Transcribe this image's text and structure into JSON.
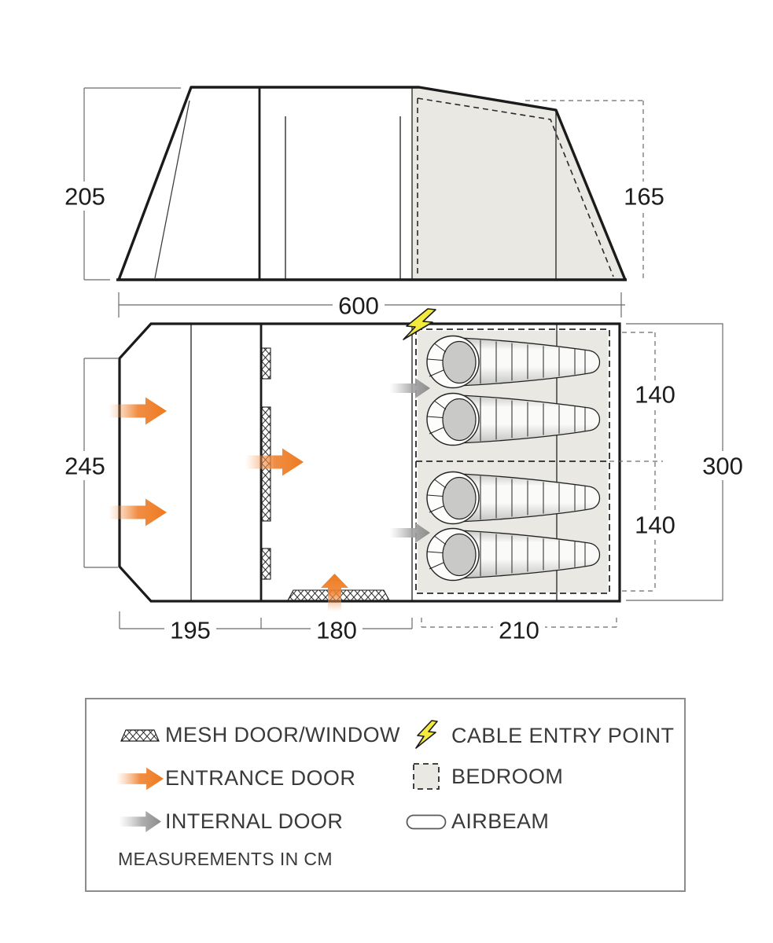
{
  "dims": {
    "side_height_left": "205",
    "side_height_right": "165",
    "total_width": "600",
    "porch_depth": "245",
    "total_depth": "300",
    "bedroom_top_width": "140",
    "bedroom_bottom_width": "140",
    "section_left": "195",
    "section_middle": "180",
    "section_bedroom": "210"
  },
  "legend": {
    "items": [
      {
        "icon": "mesh-door-window-icon",
        "label": "MESH DOOR/WINDOW"
      },
      {
        "icon": "cable-entry-point-icon",
        "label": "CABLE ENTRY POINT"
      },
      {
        "icon": "entrance-door-icon",
        "label": "ENTRANCE DOOR"
      },
      {
        "icon": "bedroom-icon",
        "label": "BEDROOM"
      },
      {
        "icon": "internal-door-icon",
        "label": "INTERNAL DOOR"
      },
      {
        "icon": "airbeam-icon",
        "label": "AIRBEAM"
      }
    ],
    "note": "MEASUREMENTS IN CM"
  },
  "colors": {
    "entrance_orange": "#ee7c23",
    "internal_gray": "#8f8f8f",
    "bedroom_fill": "#e9e8e3",
    "lightning_yellow": "#f3ea3b",
    "outline_black": "#1b1b1b"
  }
}
